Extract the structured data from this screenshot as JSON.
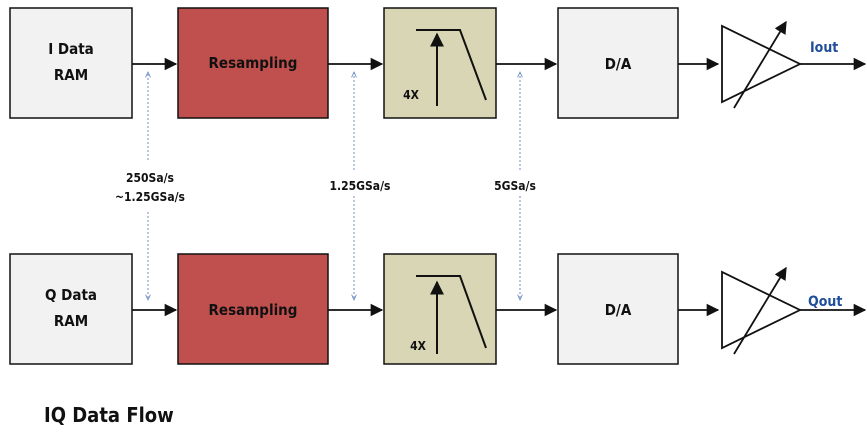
{
  "title": "IQ Data Flow",
  "channels": [
    {
      "id": "i",
      "ram_label": [
        "I Data",
        "RAM"
      ],
      "resampling_label": "Resampling",
      "filter_label": "4X",
      "dac_label": "D/A",
      "output_label": "Iout"
    },
    {
      "id": "q",
      "ram_label": [
        "Q Data",
        "RAM"
      ],
      "resampling_label": "Resampling",
      "filter_label": "4X",
      "dac_label": "D/A",
      "output_label": "Qout"
    }
  ],
  "rates": {
    "ram_to_resampler": [
      "250Sa/s",
      "~1.25GSa/s"
    ],
    "resampler_to_filter": "1.25GSa/s",
    "filter_to_dac": "5GSa/s"
  },
  "colors": {
    "ram_fill": "#f2f2f2",
    "resampling_fill": "#c0504d",
    "filter_fill": "#d8d6b4",
    "dac_fill": "#f2f2f2",
    "stroke": "#111111",
    "output_text": "#1f4e9a",
    "rate_marker": "#6f8fc4"
  }
}
